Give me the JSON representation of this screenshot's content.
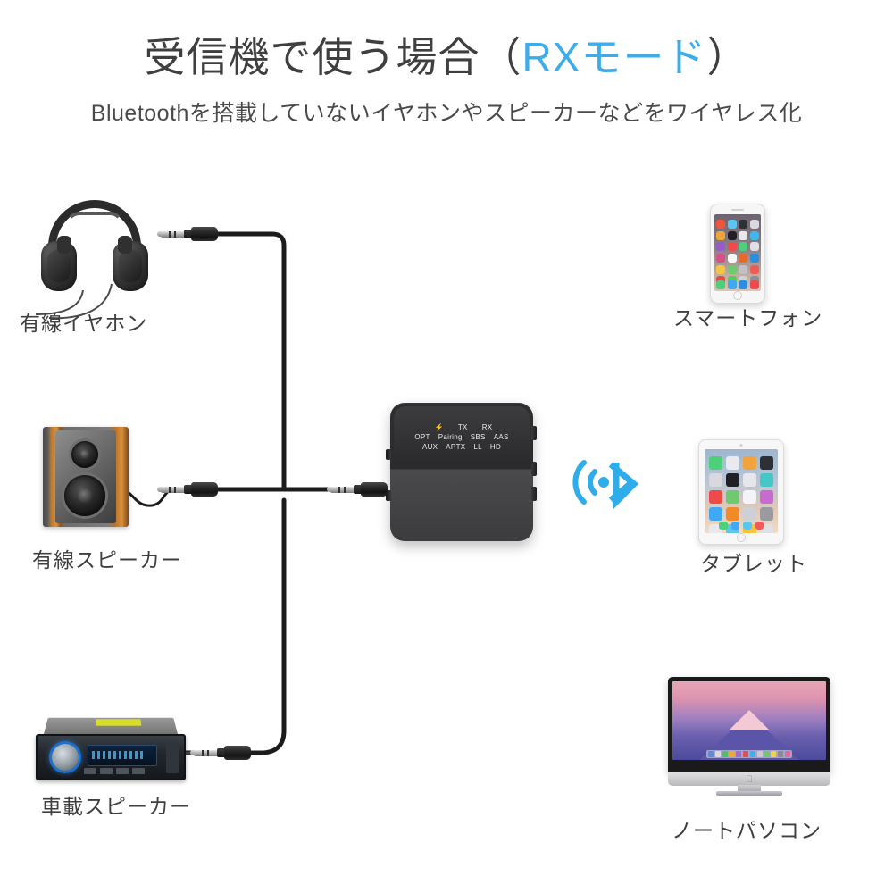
{
  "header": {
    "title_main": "受信機で使う場合",
    "title_paren_open": "（",
    "title_accent": "RXモード",
    "title_paren_close": "）",
    "subtitle": "Bluetoothを搭載していないイヤホンやスピーカーなどをワイヤレス化",
    "accent_color": "#3cadea",
    "text_color": "#3f3f3f"
  },
  "sources": {
    "headphones_label": "有線イヤホン",
    "speaker_label": "有線スピーカー",
    "car_stereo_label": "車載スピーカー"
  },
  "targets": {
    "smartphone_label": "スマートフォン",
    "tablet_label": "タブレット",
    "laptop_label": "ノートパソコン"
  },
  "device": {
    "icon_power": "⚡",
    "row1": [
      "TX",
      "RX"
    ],
    "row2": [
      "OPT",
      "Pairing",
      "SBS",
      "AAS"
    ],
    "row3": [
      "AUX",
      "APTX",
      "LL",
      "HD"
    ],
    "body_color": "#2e2e30",
    "label_color": "#e8e8e8"
  },
  "bluetooth": {
    "icon_name": "bluetooth-broadcast-icon",
    "color": "#2facea"
  },
  "phone_apps": [
    "#f0553a",
    "#5bc7f0",
    "#2f2f36",
    "#d9d9de",
    "#f2a33c",
    "#1f1f24",
    "#e8e8ec",
    "#3fb7e8",
    "#9b59d0",
    "#f24a4a",
    "#4cd07a",
    "#e0e0e4",
    "#d94f8a",
    "#f6f6f8",
    "#e86a2b",
    "#2b8ee0",
    "#f5c542",
    "#6fc96f",
    "#c0c0c6",
    "#ef5a5a",
    "#e84a4a",
    "#59c85f",
    "#d0d0d6",
    "#8e8e96"
  ],
  "phone_dock": [
    "#4cd07a",
    "#3fa9f5",
    "#2b8ee0",
    "#f0484f"
  ],
  "tablet_apps": [
    "#4cd07a",
    "#e9e9ef",
    "#f2a33c",
    "#2f2f36",
    "#d8d8de",
    "#1f1f24",
    "#e6e6ec",
    "#46c7c7",
    "#ef4a4a",
    "#6fc96f",
    "#f4f4f8",
    "#c86bd0",
    "#3fa9f5",
    "#f08a2b",
    "#cfcfd6",
    "#9a9aa2",
    "#e8e8ee",
    "#5bc7f0",
    "#f5c542",
    "#dfdfe6"
  ],
  "tablet_dock": [
    "#4cd07a",
    "#3fa9f5",
    "#5bc7f0",
    "#ef5a5a"
  ],
  "imac_dock_icons": [
    "#5b8ed6",
    "#d8d8dd",
    "#4cc06a",
    "#f0a63c",
    "#9a6fd0",
    "#e05050",
    "#3fb0ea",
    "#c8c8ce",
    "#6fc96f",
    "#f2d24a",
    "#8a8a92",
    "#e06aa0"
  ]
}
